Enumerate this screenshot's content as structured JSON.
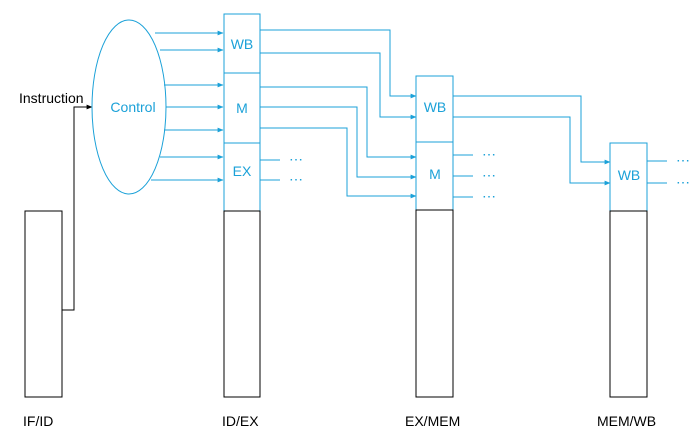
{
  "instruction_label": "Instruction",
  "control_label": "Control",
  "stage_labels": {
    "if_id": "IF/ID",
    "id_ex": "ID/EX",
    "ex_mem": "EX/MEM",
    "mem_wb": "MEM/WB"
  },
  "fields": {
    "wb": "WB",
    "m": "M",
    "ex": "EX"
  },
  "ellipsis": "⋯",
  "colors": {
    "signal": "#1ba1d8",
    "outline": "#000000",
    "background": "#ffffff"
  }
}
